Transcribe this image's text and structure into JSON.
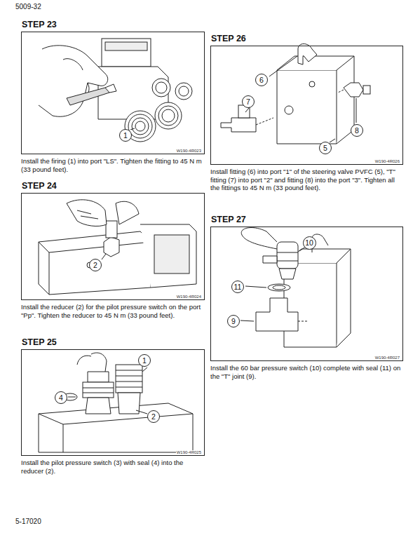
{
  "diagram": {
    "nodes": [
      {
        "text": [
          "STEP 23",
          "W190-4R023"
        ]
      },
      {
        "text": [
          "1"
        ],
        "in": 0
      },
      {
        "text": [
          "STEP 24",
          "W190-4R024"
        ]
      },
      {
        "text": [
          "2"
        ],
        "in": 2
      },
      {
        "text": [
          "STEP 25",
          "W190-4R025"
        ]
      },
      {
        "text": [
          "1"
        ],
        "in": 4
      },
      {
        "text": [
          "4"
        ],
        "in": 4
      },
      {
        "text": [
          "2"
        ],
        "in": 4
      },
      {
        "text": [
          "STEP 26",
          "W190-4R026"
        ]
      },
      {
        "text": [
          "6"
        ],
        "in": 8
      },
      {
        "text": [
          "7"
        ],
        "in": 8
      },
      {
        "text": [
          "8"
        ],
        "in": 8
      },
      {
        "text": [
          "5"
        ],
        "in": 8
      },
      {
        "text": [
          "STEP 27",
          "W190-4R027"
        ]
      },
      {
        "text": [
          "10"
        ],
        "in": 13
      },
      {
        "text": [
          "11"
        ],
        "in": 13
      },
      {
        "text": [
          "9"
        ],
        "in": 13
      }
    ],
    "labels": [
      "5009-32",
      "Install the firing (1) into port \"LS\". Tighten the fitting to 45 N m (33 pound feet).",
      "Install the reducer (2) for the pilot pressure switch on the port \"Pp\". Tighten the reducer to 45 N m (33 pound feet).",
      "Install the pilot pressure switch (3) with seal (4) into the reducer (2).",
      "Install fitting (6) into port \"1\" of the steering valve PVFC (5), \"T\" fitting (7) into port \"2\" and fitting (8) into the port \"3\". Tighten all the fittings to 45 N m (33 pound feet).",
      "Install the 60 bar pressure switch (10) complete with seal (11) on the \"T\" joint (9).",
      "5-17020"
    ]
  }
}
